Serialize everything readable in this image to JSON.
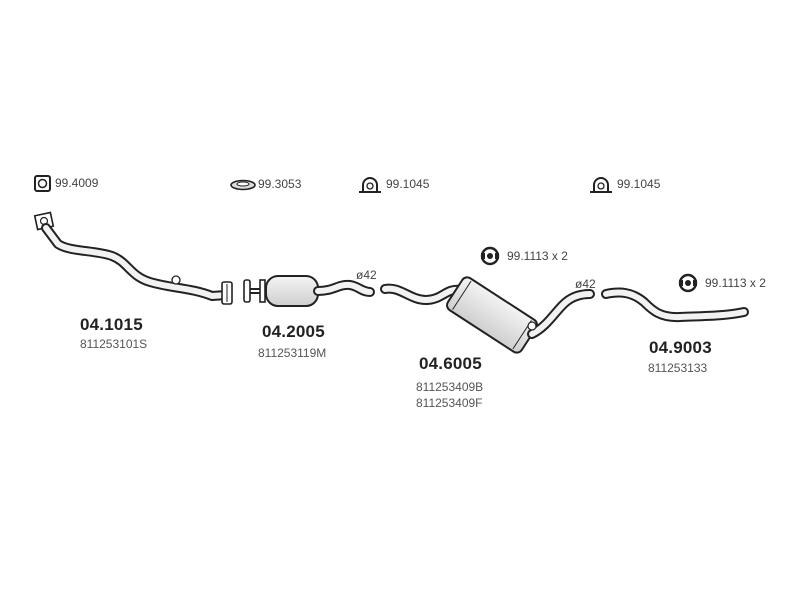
{
  "accessories": {
    "gasket": "99.4009",
    "ring": "99.3053",
    "clamp_1": "99.1045",
    "clamp_2": "99.1045",
    "hanger_1": "99.1113 x 2",
    "hanger_2": "99.1113 x 2"
  },
  "parts": [
    {
      "number": "04.1015",
      "oem": [
        "811253101S"
      ]
    },
    {
      "number": "04.2005",
      "oem": [
        "811253119M"
      ]
    },
    {
      "number": "04.6005",
      "oem": [
        "811253409B",
        "811253409F"
      ]
    },
    {
      "number": "04.9003",
      "oem": [
        "811253133"
      ]
    }
  ],
  "diameters": {
    "d1": "ø42",
    "d2": "ø42"
  }
}
